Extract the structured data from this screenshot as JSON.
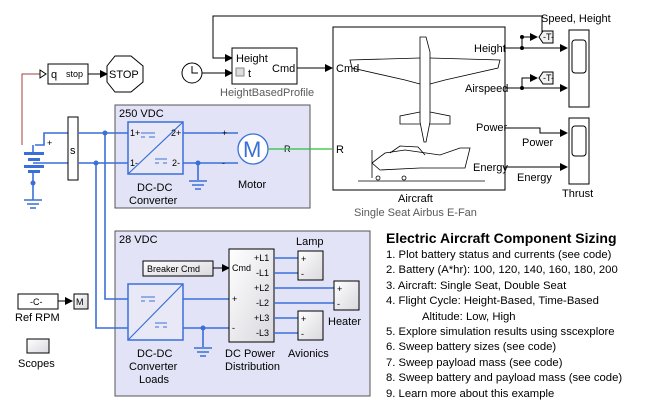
{
  "colors": {
    "electrical_wire": "#3a6fd8",
    "mech_wire": "#2bbf3a",
    "stop_wire": "#a04040",
    "area_fill": "#e2e3f6"
  },
  "blocks": {
    "stop_in_port": "q",
    "stop_label": "stop",
    "stop_block": "STOP",
    "sensor_label": "s",
    "height_profile": {
      "in1": "Height",
      "in2": "t",
      "out": "Cmd",
      "name": "HeightBasedProfile"
    },
    "area_250": {
      "label": "250 VDC"
    },
    "dcdc_conv": {
      "line1": "DC-DC",
      "line2": "Converter",
      "p1p": "1+",
      "p2p": "2+",
      "p1m": "1-",
      "p2m": "2-"
    },
    "motor": {
      "name": "Motor",
      "glyph": "M",
      "plus": "+",
      "minus": "-",
      "port": "R"
    },
    "aircraft": {
      "in_cmd": "Cmd",
      "in_r": "R",
      "out1": "Height",
      "out2": "Airspeed",
      "out3": "Power",
      "out4": "Energy",
      "name": "Aircraft",
      "variant": "Single Seat Airbus E-Fan"
    },
    "goto_tag": "-T-",
    "scope1": {
      "name": "Speed, Height"
    },
    "scope2": {
      "name": "Thrust"
    },
    "signal_power": "Power",
    "signal_energy": "Energy",
    "area_28": {
      "label": "28 VDC"
    },
    "breaker": {
      "label": "Breaker Cmd"
    },
    "dcdc_loads": {
      "line1": "DC-DC",
      "line2": "Converter",
      "line3": "Loads"
    },
    "distribution": {
      "in_cmd": "Cmd",
      "plus": "+",
      "minus": "-",
      "ports": [
        "+L1",
        "-L1",
        "+L2",
        "-L2",
        "+L3",
        "-L3"
      ],
      "line1": "DC Power",
      "line2": "Distribution"
    },
    "lamp": {
      "name": "Lamp",
      "plus": "+",
      "minus": "-"
    },
    "heater": {
      "name": "Heater",
      "plus": "+",
      "minus": "-"
    },
    "avionics": {
      "name": "Avionics",
      "plus": "+",
      "minus": "-"
    },
    "ref_rpm": {
      "value": "-C-",
      "name": "Ref RPM",
      "out_tag": "M"
    },
    "scopes": {
      "name": "Scopes"
    }
  },
  "notes": {
    "title": "Electric Aircraft Component Sizing",
    "items": [
      "1. Plot battery status and currents (see code)",
      "2. Battery (A*hr): 100, 120, 140, 160, 180, 200",
      "3. Aircraft: Single Seat, Double Seat",
      "4. Flight Cycle: Height-Based, Time-Based",
      "Altitude: Low, High",
      "5. Explore simulation results using sscexplore",
      "6. Sweep battery sizes (see code)",
      "7. Sweep payload mass (see code)",
      "8. Sweep battery and payload mass (see code)",
      "9. Learn more about this example"
    ]
  }
}
